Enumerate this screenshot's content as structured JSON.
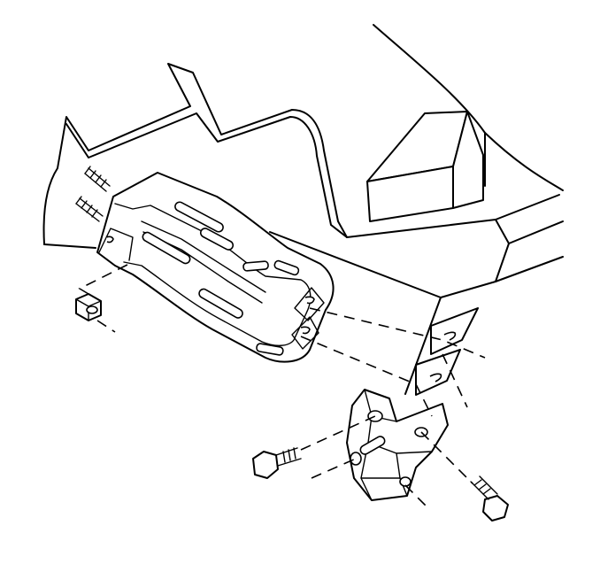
{
  "diagram": {
    "description_visible_text": [],
    "line_color": "#000000",
    "background_color": "#ffffff",
    "parts": [
      {
        "name": "vehicle-body-panel"
      },
      {
        "name": "upper-mounting-bracket"
      },
      {
        "name": "lower-mounting-bracket"
      },
      {
        "name": "hex-nut"
      },
      {
        "name": "flange-bolt-left"
      },
      {
        "name": "flange-bolt-right"
      },
      {
        "name": "stud-upper"
      },
      {
        "name": "stud-lower"
      }
    ]
  }
}
